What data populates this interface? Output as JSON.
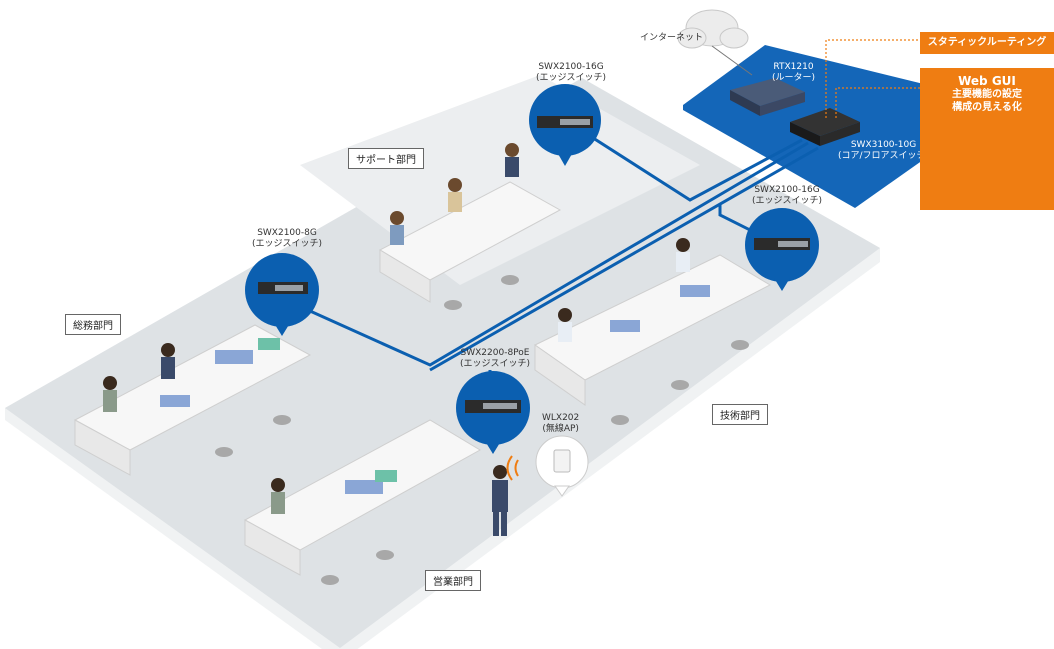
{
  "internet_label": "インターネット",
  "router": {
    "name": "RTX1210",
    "role": "(ルーター)"
  },
  "core_switch": {
    "name": "SWX3100-10G",
    "role": "(コア/フロアスイッチ)"
  },
  "callouts": {
    "static_routing": "スタティックルーティング",
    "webgui_title": "Web GUI",
    "webgui_line1": "主要機能の設定",
    "webgui_line2": "構成の見える化"
  },
  "switches": {
    "support": {
      "name": "SWX2100-16G",
      "role": "(エッジスイッチ)"
    },
    "tech": {
      "name": "SWX2100-16G",
      "role": "(エッジスイッチ)"
    },
    "general": {
      "name": "SWX2100-8G",
      "role": "(エッジスイッチ)"
    },
    "sales": {
      "name": "SWX2200-8PoE",
      "role": "(エッジスイッチ)"
    },
    "ap": {
      "name": "WLX202",
      "role": "(無線AP)"
    }
  },
  "departments": {
    "support": "サポート部門",
    "general": "総務部門",
    "tech": "技術部門",
    "sales": "営業部門"
  },
  "colors": {
    "network_blue": "#0b5fb0",
    "platform_blue": "#1466b8",
    "accent_orange": "#ef7d12",
    "floor": "#e6e9ec"
  }
}
